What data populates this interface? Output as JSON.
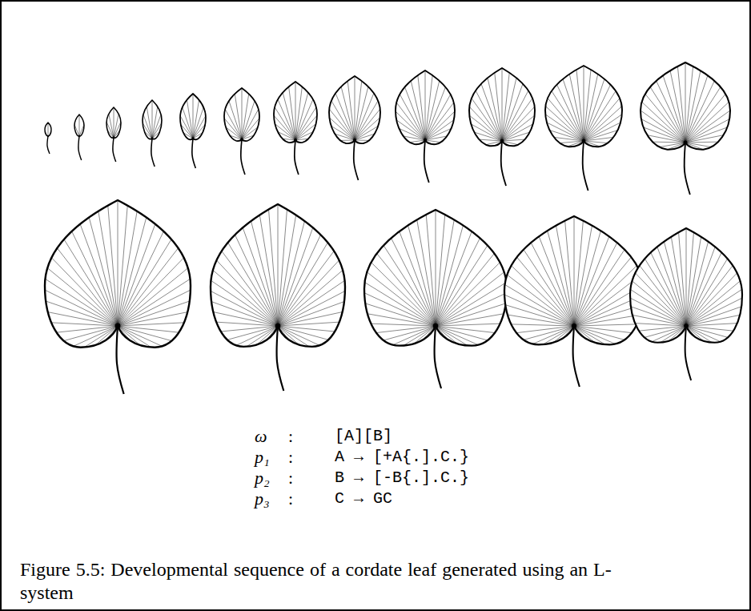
{
  "diagram": {
    "caption": "Figure 5.5: Developmental sequence of a cordate leaf generated using an L-system",
    "labels": [
      "ω",
      ":",
      "[A][B]",
      "p₁",
      ":",
      "A → [+A{.].C.}",
      "p₂",
      ":",
      "B → [-B{.].C.}",
      "p₃",
      ":",
      "C → GC"
    ]
  }
}
